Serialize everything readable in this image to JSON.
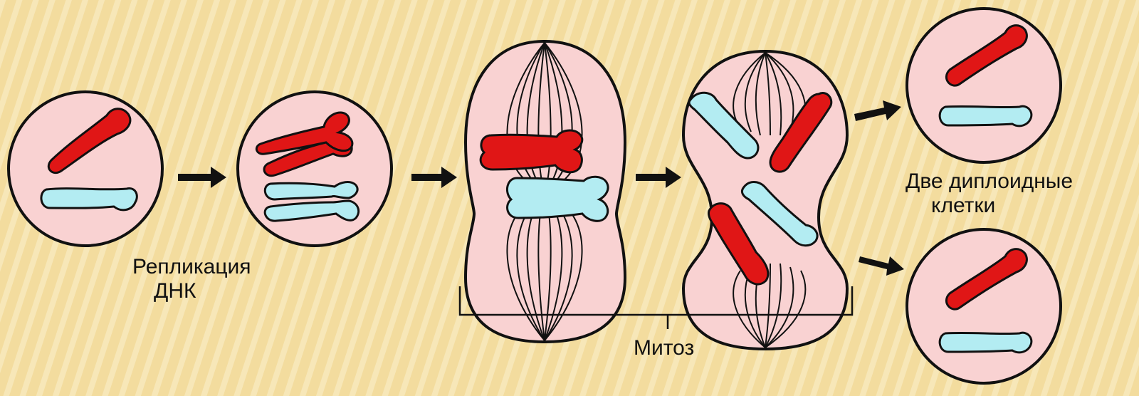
{
  "labels": {
    "replication_line1": "Репликация",
    "replication_line2": "ДНК",
    "mitosis": "Митоз",
    "result_line1": "Две диплоидные",
    "result_line2": "клетки"
  },
  "colors": {
    "cell_fill": "#f9d2d2",
    "outline": "#111111",
    "chromosome_a": "#e01616",
    "chromosome_b": "#b3ecf2",
    "background": "#f3dc9e"
  }
}
